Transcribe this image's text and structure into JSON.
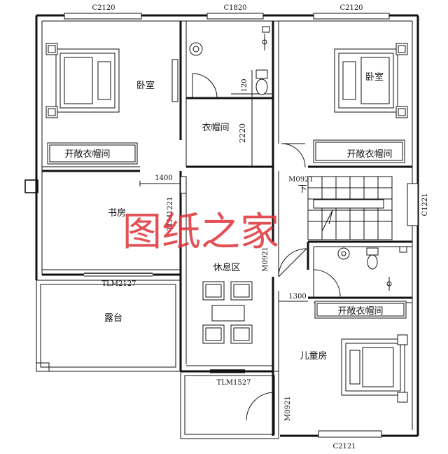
{
  "window_codes": {
    "top_left": "C2120",
    "top_middle": "C1820",
    "top_right": "C2120",
    "right": "C1221",
    "bottom": "C2121"
  },
  "door_codes": {
    "study_door": "TLM1221",
    "study_terrace_door": "TLM2127",
    "lounge_door": "M0921",
    "stair_door": "M0921",
    "bottom_terrace_door": "TLM1527",
    "kids_door": "M0921"
  },
  "rooms": {
    "bedroom_left": "卧室",
    "bedroom_right": "卧室",
    "closet_left": "开敞衣帽间",
    "closet_right": "开敞衣帽间",
    "closet_kids": "开敞衣帽间",
    "cloakroom": "衣帽间",
    "study": "书房",
    "terrace": "露台",
    "lounge": "休息区",
    "kids_room": "儿童房",
    "stair_down": "下"
  },
  "dimensions": {
    "d120": "120",
    "d2220": "2220",
    "d1400": "1400",
    "d1300": "1300"
  },
  "watermark": "图纸之家"
}
